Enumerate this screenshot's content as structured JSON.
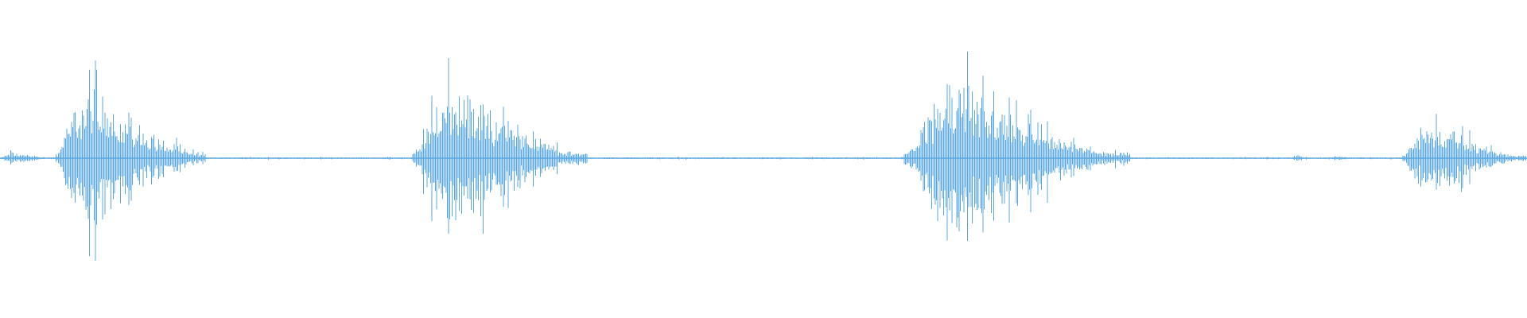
{
  "waveform": {
    "color": "#5ba8e0",
    "background": "#ffffff",
    "duration_fraction_visible": 1,
    "bursts": [
      {
        "start": 0.0,
        "end": 0.036,
        "peak": 0.06
      },
      {
        "start": 0.036,
        "end": 0.135,
        "peak": 0.7
      },
      {
        "start": 0.27,
        "end": 0.385,
        "peak": 0.72
      },
      {
        "start": 0.592,
        "end": 0.74,
        "peak": 0.76
      },
      {
        "start": 0.845,
        "end": 0.862,
        "peak": 0.03
      },
      {
        "start": 0.87,
        "end": 0.895,
        "peak": 0.02
      },
      {
        "start": 0.918,
        "end": 1.0,
        "peak": 0.37
      }
    ]
  }
}
